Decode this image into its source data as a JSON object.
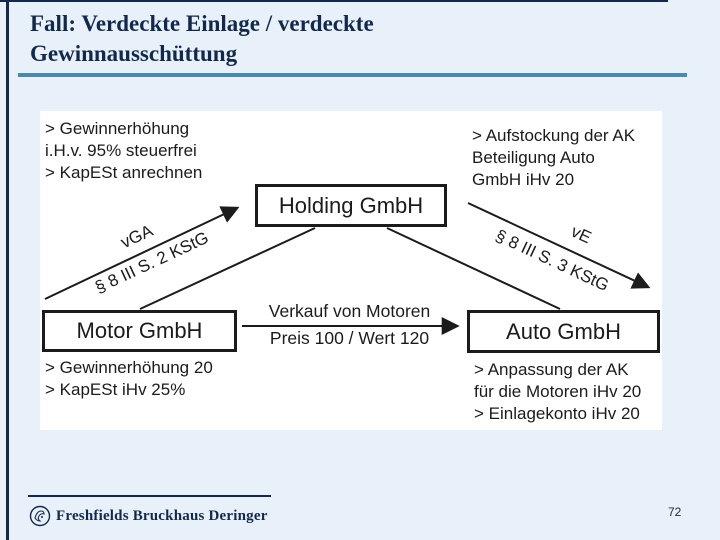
{
  "slide": {
    "title_line1": "Fall: Verdeckte Einlage / verdeckte",
    "title_line2": "Gewinnausschüttung",
    "page_number": "72"
  },
  "footer": {
    "firm_name": "Freshfields Bruckhaus Deringer"
  },
  "diagram": {
    "boxes": {
      "holding": "Holding GmbH",
      "motor": "Motor GmbH",
      "auto": "Auto GmbH"
    },
    "annotations": {
      "holding_left": {
        "lines": [
          "> Gewinnerhöhung",
          "i.H.v. 95% steuerfrei",
          "> KapESt anrechnen"
        ]
      },
      "holding_right": {
        "lines": [
          "> Aufstockung der AK",
          "Beteiligung Auto",
          "GmbH iHv 20"
        ]
      },
      "motor": {
        "lines": [
          "> Gewinnerhöhung 20",
          "> KapESt iHv 25%"
        ]
      },
      "auto": {
        "lines": [
          "> Anpassung der AK",
          "für die Motoren iHv 20",
          "> Einlagekonto iHv 20"
        ]
      }
    },
    "vga_arrow": {
      "label": "vGA",
      "law": "§ 8 III S. 2 KStG"
    },
    "ve_arrow": {
      "label": "vE",
      "law": "§ 8 III S. 3 KStG"
    },
    "sale_arrow": {
      "line1": "Verkauf von Motoren",
      "line2": "Preis 100 / Wert 120"
    }
  },
  "colors": {
    "background": "#e8f1fa",
    "navy": "#13294b",
    "rule_blue": "#4a8bad",
    "ink": "#1b1b1b"
  }
}
